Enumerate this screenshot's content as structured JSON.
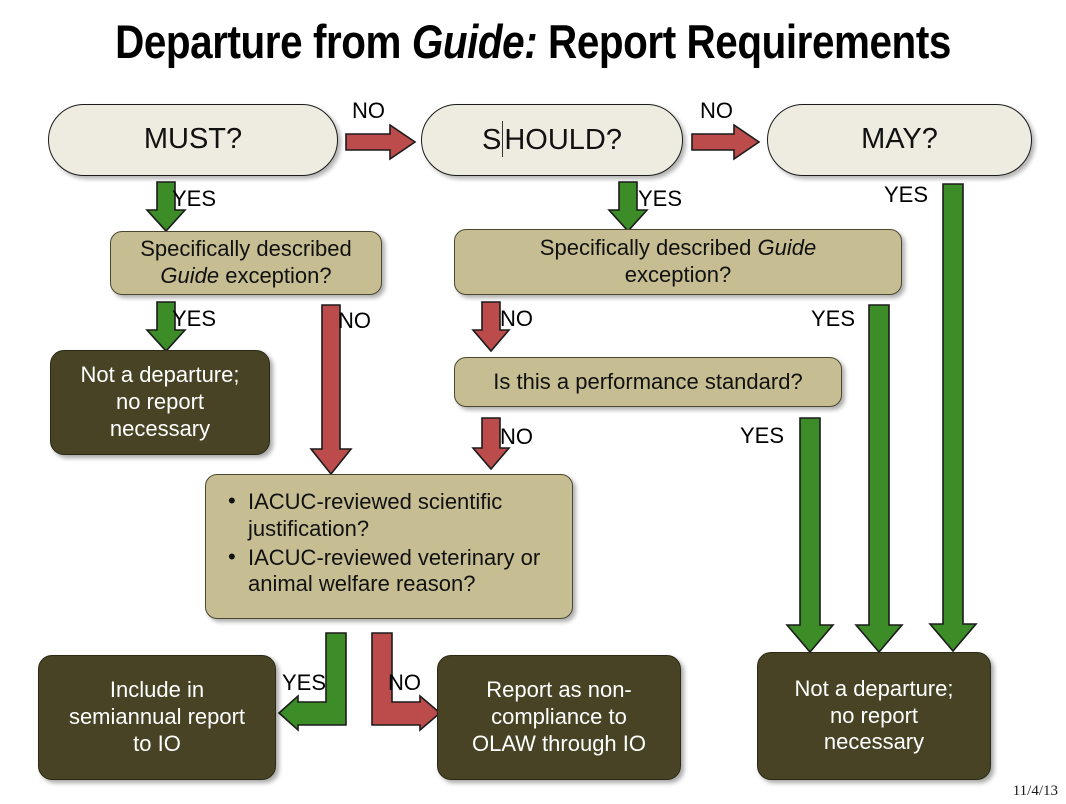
{
  "slide": {
    "title_prefix": "Departure from ",
    "title_italic": "Guide:",
    "title_suffix": " Report Requirements",
    "date_stamp": "11/4/13",
    "background": "#FFFFFF"
  },
  "colors": {
    "capsule_fill": "#EEECE1",
    "tan_fill": "#C6BE92",
    "olive_fill": "#474324",
    "arrow_green": "#3C8C28",
    "arrow_red": "#BC4B4B",
    "outline": "#1B1B1B",
    "text_dark": "#111111",
    "text_light": "#FFFFFF"
  },
  "nodes": {
    "must": "MUST?",
    "should_part1": "S",
    "should_part2": "HOULD?",
    "may": "MAY?",
    "exception_left_line1": "Specifically described",
    "exception_left_line2_italic": "Guide",
    "exception_left_line2_rest": " exception?",
    "exception_mid_line1": "Specifically described ",
    "exception_mid_line1_italic": "Guide",
    "exception_mid_line2": "exception?",
    "performance_standard": "Is this a performance standard?",
    "iacuc_bullet_1": "IACUC-reviewed scientific justification?",
    "iacuc_bullet_2": "IACUC-reviewed veterinary or animal welfare reason?",
    "not_departure_left_l1": "Not a departure;",
    "not_departure_left_l2": "no report",
    "not_departure_left_l3": "necessary",
    "not_departure_right_l1": "Not a departure;",
    "not_departure_right_l2": "no report",
    "not_departure_right_l3": "necessary",
    "include_semiannual_l1": "Include in",
    "include_semiannual_l2": "semiannual report",
    "include_semiannual_l3": "to IO",
    "report_noncompliance_l1": "Report as non-",
    "report_noncompliance_l2": "compliance to",
    "report_noncompliance_l3": "OLAW through IO"
  },
  "edge_labels": {
    "no_must_should": "NO",
    "no_should_may": "NO",
    "yes_must": "YES",
    "yes_should": "YES",
    "yes_may": "YES",
    "yes_exception_left": "YES",
    "no_exception_left": "NO",
    "no_exception_mid": "NO",
    "yes_exception_mid": "YES",
    "no_performance": "NO",
    "yes_performance": "YES",
    "yes_iacuc": "YES",
    "no_iacuc": "NO"
  },
  "chart_data": {
    "type": "flowchart",
    "title": "Departure from Guide: Report Requirements",
    "decision_nodes": [
      "MUST?",
      "SHOULD?",
      "MAY?",
      "Specifically described Guide exception?",
      "Is this a performance standard?",
      "IACUC-reviewed scientific justification? / IACUC-reviewed veterinary or animal welfare reason?"
    ],
    "terminal_nodes": [
      "Not a departure; no report necessary",
      "Include in semiannual report to IO",
      "Report as non-compliance to OLAW through IO"
    ],
    "edges": [
      {
        "from": "MUST?",
        "to": "SHOULD?",
        "label": "NO",
        "color": "#BC4B4B"
      },
      {
        "from": "SHOULD?",
        "to": "MAY?",
        "label": "NO",
        "color": "#BC4B4B"
      },
      {
        "from": "MUST?",
        "to": "Specifically described Guide exception? (left)",
        "label": "YES",
        "color": "#3C8C28"
      },
      {
        "from": "SHOULD?",
        "to": "Specifically described Guide exception? (mid)",
        "label": "YES",
        "color": "#3C8C28"
      },
      {
        "from": "MAY?",
        "to": "Not a departure; no report necessary (right)",
        "label": "YES",
        "color": "#3C8C28"
      },
      {
        "from": "Specifically described Guide exception? (left)",
        "to": "Not a departure; no report necessary (left)",
        "label": "YES",
        "color": "#3C8C28"
      },
      {
        "from": "Specifically described Guide exception? (left)",
        "to": "IACUC bullets",
        "label": "NO",
        "color": "#BC4B4B"
      },
      {
        "from": "Specifically described Guide exception? (mid)",
        "to": "Is this a performance standard?",
        "label": "NO",
        "color": "#BC4B4B"
      },
      {
        "from": "Specifically described Guide exception? (mid)",
        "to": "Not a departure; no report necessary (right)",
        "label": "YES",
        "color": "#3C8C28"
      },
      {
        "from": "Is this a performance standard?",
        "to": "IACUC bullets",
        "label": "NO",
        "color": "#BC4B4B"
      },
      {
        "from": "Is this a performance standard?",
        "to": "Not a departure; no report necessary (right)",
        "label": "YES",
        "color": "#3C8C28"
      },
      {
        "from": "IACUC bullets",
        "to": "Include in semiannual report to IO",
        "label": "YES",
        "color": "#3C8C28"
      },
      {
        "from": "IACUC bullets",
        "to": "Report as non-compliance to OLAW through IO",
        "label": "NO",
        "color": "#BC4B4B"
      }
    ]
  }
}
